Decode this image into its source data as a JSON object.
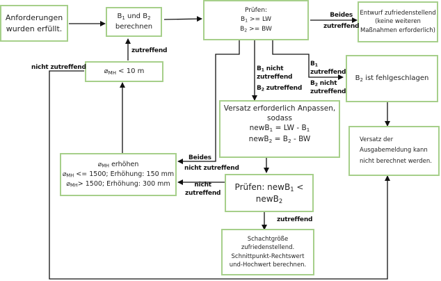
{
  "diagram": {
    "title": "Versatz-Prüfung Flussdiagramm",
    "colors": {
      "box_border": "#a6cf8a",
      "line": "#111111",
      "text": "#222222"
    },
    "nodes": {
      "start": {
        "lines": [
          "Anforderungen",
          "wurden erfüllt."
        ]
      },
      "compute": {
        "line1_pre": "B",
        "line1_sub1": "1",
        "line1_mid": " und B",
        "line1_sub2": "2",
        "line2": "berechnen"
      },
      "check": {
        "title": "Prüfen:",
        "c1_pre": "B",
        "c1_sub": "1",
        "c1_post": " >= LW",
        "c2_pre": "B",
        "c2_sub": "2",
        "c2_post": " >= BW"
      },
      "satisfied": {
        "lines": [
          "Entwurf zufriedenstellend",
          "(keine weiteren",
          "Maßnahmen erforderlich)"
        ]
      },
      "b2failed": {
        "pre": "B",
        "sub": "2",
        "post": " ist fehlgeschlagen"
      },
      "adjust": {
        "line1": "Versatz erforderlich Anpassen,",
        "line2": "sodass",
        "eq1_pre": "newB",
        "eq1_sub": "1",
        "eq1_mid": " = LW - B",
        "eq1_sub2": "1",
        "eq2_pre": "newB",
        "eq2_sub": "2",
        "eq2_mid": " = B",
        "eq2_sub2": "2",
        "eq2_post": " - BW"
      },
      "cannot": {
        "lines": [
          "Versatz der",
          "Ausgabemeldung kann",
          "nicht berechnet werden."
        ]
      },
      "increase": {
        "sym": "⌀",
        "sub": "MH",
        "title_post": " erhöhen",
        "r1_post": " <= 1500; Erhöhung: 150 mm",
        "r2_post": "> 1500; Erhöhung: 300 mm"
      },
      "diameter": {
        "sym": "⌀",
        "sub": "MH",
        "post": " < 10 m"
      },
      "check2": {
        "pre": "Prüfen: newB",
        "sub1": "1",
        "mid": " <",
        "line2_pre": "newB",
        "sub2": "2"
      },
      "final": {
        "lines": [
          "Schachtgröße",
          "zufriedenstellend.",
          "Schnittpunkt-Rechtswert",
          "und-Hochwert berechnen."
        ]
      }
    },
    "edge_labels": {
      "both_true_1": "Beides",
      "both_true_2": "zutreffend",
      "b1_true_1": "B",
      "b1_true_sub": "1",
      "b1_true_2": "zutreffend",
      "b2_false_pre": "B",
      "b2_false_sub": "2",
      "b2_false_post": " nicht",
      "b2_false_2": "zutreffend",
      "b1_false_pre": "B",
      "b1_false_sub": "1",
      "b1_false_post": " nicht",
      "b1_false_2": "zutreffend",
      "b2_true_pre": "B",
      "b2_true_sub": "2",
      "b2_true_post": " zutreffend",
      "both_false_1": "Beides",
      "both_false_2": "nicht zutreffend",
      "check2_false_1": "nicht",
      "check2_false_2": "zutreffend",
      "check2_true": "zutreffend",
      "diameter_true": "zutreffend",
      "diameter_false": "nicht zutreffend"
    }
  }
}
